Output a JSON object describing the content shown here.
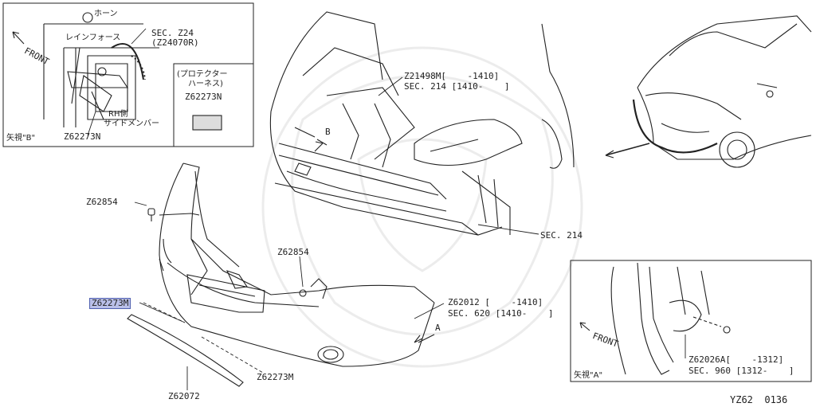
{
  "diagram_id": "YZ62  0136",
  "inset_b": {
    "caption": "矢視\"B\"",
    "front": "FRONT",
    "horn": "ホーン",
    "reinforce": "レインフォース",
    "sec_z24": "SEC. Z24",
    "sec_z24_sub": "(Z24070R)",
    "rh_member_1": "RH側",
    "rh_member_2": "サイドメンバー",
    "part": "Z62273N",
    "protector_1": "(プロテクター",
    "protector_2": "ハーネス)",
    "protector_part": "Z62273N"
  },
  "inset_a": {
    "caption": "矢視\"A\"",
    "front": "FRONT",
    "part_line1": "Z62026A[    -1312]",
    "part_line2": "SEC. 960 [1312-    ]"
  },
  "main": {
    "z21498m": "Z21498M[    -1410]",
    "sec214_range": "SEC. 214 [1410-    ]",
    "sec214": "SEC. 214",
    "b_marker": "B",
    "a_marker": "A",
    "z62854_left": "Z62854",
    "z62854_mid": "Z62854",
    "z62273m_highlight": "Z62273M",
    "z62012": "Z62012 [    -1410]",
    "sec620": "SEC. 620 [1410-    ]",
    "z62273m_bottom": "Z62273M",
    "z62072": "Z62072"
  },
  "colors": {
    "line": "#1a1a1a",
    "highlight_fill": "#b9bfe8",
    "highlight_border": "#5060b0",
    "watermark": "#eeeeee"
  }
}
